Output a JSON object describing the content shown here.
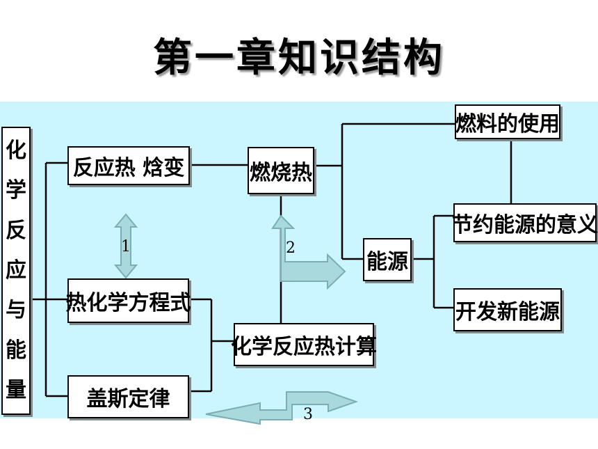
{
  "title": "第一章知识结构",
  "nodes": {
    "main": [
      "化",
      "学",
      "反",
      "应",
      "与",
      "能",
      "量"
    ],
    "reaction_heat": "反应热 焓变",
    "combustion_heat": "燃烧热",
    "fuel_use": "燃料的使用",
    "save_energy": "节约能源的意义",
    "energy": "能源",
    "new_energy": "开发新能源",
    "thermo_equation": "热化学方程式",
    "heat_calc": "化学反应热计算",
    "hess_law": "盖斯定律"
  },
  "arrow_labels": {
    "arrow1": "1",
    "arrow2": "2",
    "arrow3": "3"
  },
  "colors": {
    "panel_bg": "#ccf6ff",
    "arrow_fill": "#a9d9dd",
    "arrow_stroke": "#7aaeb2"
  }
}
